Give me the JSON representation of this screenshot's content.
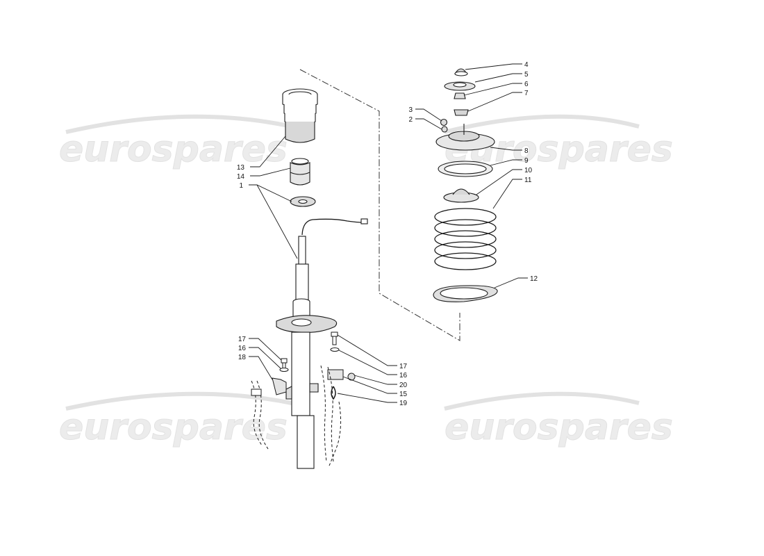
{
  "watermark": {
    "text": "eurospares"
  },
  "callouts": [
    {
      "id": "left-13",
      "text": "13"
    },
    {
      "id": "left-14",
      "text": "14"
    },
    {
      "id": "left-1",
      "text": "1"
    },
    {
      "id": "left-17",
      "text": "17"
    },
    {
      "id": "left-16",
      "text": "16"
    },
    {
      "id": "left-18",
      "text": "18"
    },
    {
      "id": "mid-17",
      "text": "17"
    },
    {
      "id": "mid-16",
      "text": "16"
    },
    {
      "id": "mid-20",
      "text": "20"
    },
    {
      "id": "mid-15",
      "text": "15"
    },
    {
      "id": "mid-19",
      "text": "19"
    },
    {
      "id": "right-4",
      "text": "4"
    },
    {
      "id": "right-5",
      "text": "5"
    },
    {
      "id": "right-6",
      "text": "6"
    },
    {
      "id": "right-7",
      "text": "7"
    },
    {
      "id": "right-3",
      "text": "3"
    },
    {
      "id": "right-2",
      "text": "2"
    },
    {
      "id": "right-8",
      "text": "8"
    },
    {
      "id": "right-9",
      "text": "9"
    },
    {
      "id": "right-10",
      "text": "10"
    },
    {
      "id": "right-11",
      "text": "11"
    },
    {
      "id": "right-12",
      "text": "12"
    }
  ]
}
